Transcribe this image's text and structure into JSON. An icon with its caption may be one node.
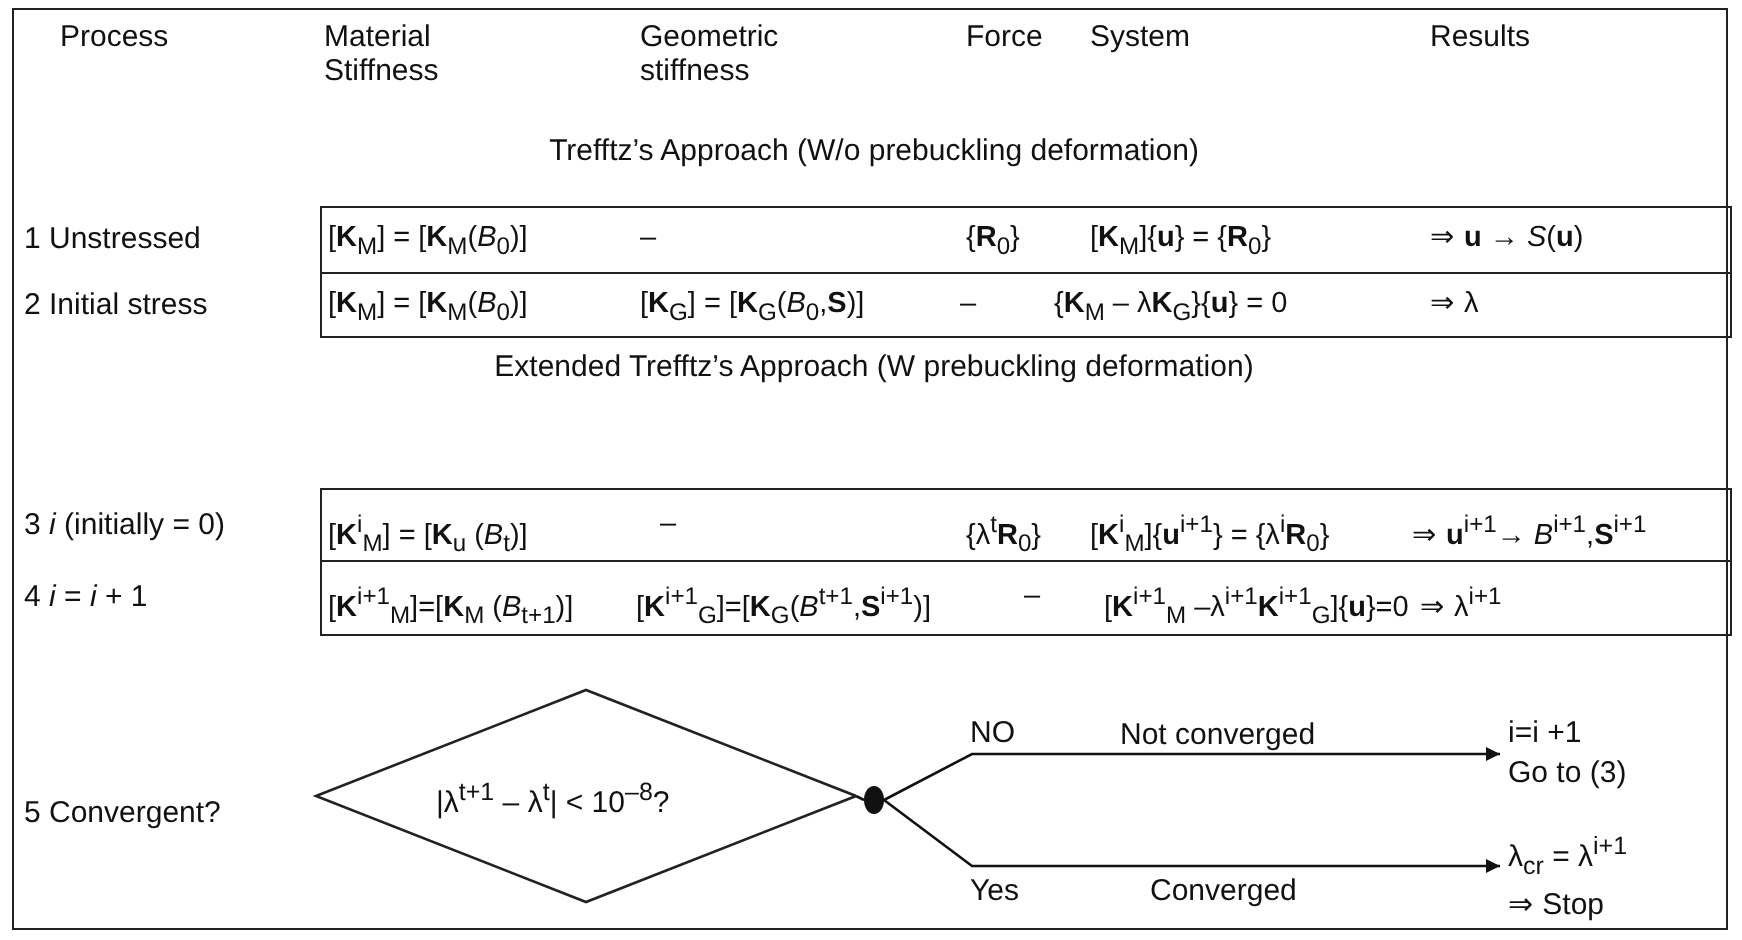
{
  "diagram": {
    "nodes": [
      {
        "text": [
          "1 Unstressed",
          "[**K**$_{M}$] = [**K**$_{M}$(*B*$_{0}$)]",
          "–",
          "{**R**$_{0}$}",
          "[**K**$_{M}$]{**u**} = {**R**$_{0}$}",
          "⇒ **u** → *S*(**u**)"
        ]
      },
      {
        "text": [
          "2 Initial stress",
          "[**K**$_{M}$] = [**K**$_{M}$(*B*$_{0}$)]",
          "[**K**$_{G}$] = [**K**$_{G}$(*B*$_{0}$,**S**)]",
          "–",
          "{**K**$_{M}$ – λ**K**$_{G}$}{**u**} = 0",
          "⇒ λ"
        ]
      },
      {
        "text": [
          "3 *i* (initially = 0)",
          "[**K**$^{i}$$_{M}$] = [**K**$_{u}$ (*B*$_{t}$)]",
          "–",
          "{λ$^{t}$**R**$_{0}$}",
          "[**K**$^{i}$$_{M}$]{**u**$^{i+1}$} = {λ$^{i}$**R**$_{0}$}",
          "⇒ **u**$^{i+1}$→ *B*$^{i+1}$,**S**$^{i+1}$"
        ]
      },
      {
        "text": [
          "4 *i* = *i* + 1",
          "[**K**$^{i+1}$$_{M}$]=[**K**$_{M}$ (*B*$_{t+1}$)]",
          "[**K**$^{i+1}$$_{G}$]=[**K**$_{G}$(*B*$^{t+1}$,**S**$^{i+1}$)]",
          "–",
          "[**K**$^{i+1}$$_{M}$ –λ$^{i+1}$**K**$^{i+1}$$_{G}$]{**u**}=0",
          "⇒ λ$^{i+1}$"
        ]
      },
      {
        "text": [
          "5 Convergent?",
          "|λ$^{t+1}$ – λ$^{t}$| < 10$^{–8}$?"
        ]
      },
      {
        "text": [],
        "shape": "circle"
      },
      {
        "text": [
          "i=i +1 Go to (3)"
        ]
      },
      {
        "text": [
          "λ$_{cr}$ = λ$^{i+1}$ ⇒ Stop"
        ]
      }
    ],
    "edges": [
      {
        "from": 4,
        "to": 5,
        "arrow": "none"
      },
      {
        "from": 5,
        "to": 6,
        "arrow": "to",
        "label": "Not converged"
      },
      {
        "from": 5,
        "to": 7,
        "arrow": "to",
        "label": "Converged"
      }
    ],
    "labels": [
      "Process",
      "Material Stiffness",
      "Geometric stiffness",
      "Force",
      "System",
      "Results",
      "Trefftz’s Approach (W/o prebuckling deformation)",
      "Extended Trefftz’s Approach (W prebuckling deformation)",
      "NO",
      "Yes"
    ]
  }
}
